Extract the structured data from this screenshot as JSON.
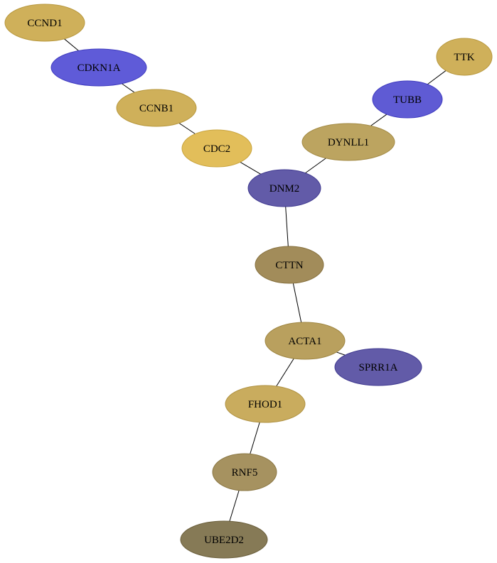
{
  "nodes": [
    {
      "id": "CCND1",
      "label": "CCND1",
      "fill": "#cfb05a",
      "stroke": "#b8983e"
    },
    {
      "id": "CDKN1A",
      "label": "CDKN1A",
      "fill": "#5f5bd8",
      "stroke": "#3f3bbf"
    },
    {
      "id": "CCNB1",
      "label": "CCNB1",
      "fill": "#cfb05a",
      "stroke": "#b8983e"
    },
    {
      "id": "CDC2",
      "label": "CDC2",
      "fill": "#e2be5a",
      "stroke": "#c9a43e"
    },
    {
      "id": "DNM2",
      "label": "DNM2",
      "fill": "#625ba8",
      "stroke": "#403a90"
    },
    {
      "id": "TTK",
      "label": "TTK",
      "fill": "#cfb05a",
      "stroke": "#b8983e"
    },
    {
      "id": "TUBB",
      "label": "TUBB",
      "fill": "#5f5bd4",
      "stroke": "#3f3bbf"
    },
    {
      "id": "DYNLL1",
      "label": "DYNLL1",
      "fill": "#bca460",
      "stroke": "#a38a44"
    },
    {
      "id": "CTTN",
      "label": "CTTN",
      "fill": "#a28c5a",
      "stroke": "#87713f"
    },
    {
      "id": "ACTA1",
      "label": "ACTA1",
      "fill": "#b9a05e",
      "stroke": "#9f8642"
    },
    {
      "id": "SPRR1A",
      "label": "SPRR1A",
      "fill": "#625ba8",
      "stroke": "#403a90"
    },
    {
      "id": "FHOD1",
      "label": "FHOD1",
      "fill": "#c9ac5e",
      "stroke": "#b09242"
    },
    {
      "id": "RNF5",
      "label": "RNF5",
      "fill": "#a69260",
      "stroke": "#8b7744"
    },
    {
      "id": "UBE2D2",
      "label": "UBE2D2",
      "fill": "#867a56",
      "stroke": "#6b5f3c"
    }
  ],
  "edges": [
    {
      "source": "CCND1",
      "target": "CDKN1A"
    },
    {
      "source": "CDKN1A",
      "target": "CCNB1"
    },
    {
      "source": "CCNB1",
      "target": "CDC2"
    },
    {
      "source": "CDC2",
      "target": "DNM2"
    },
    {
      "source": "TTK",
      "target": "TUBB"
    },
    {
      "source": "TUBB",
      "target": "DYNLL1"
    },
    {
      "source": "DYNLL1",
      "target": "DNM2"
    },
    {
      "source": "DNM2",
      "target": "CTTN"
    },
    {
      "source": "CTTN",
      "target": "ACTA1"
    },
    {
      "source": "ACTA1",
      "target": "SPRR1A"
    },
    {
      "source": "ACTA1",
      "target": "FHOD1"
    },
    {
      "source": "FHOD1",
      "target": "RNF5"
    },
    {
      "source": "RNF5",
      "target": "UBE2D2"
    }
  ]
}
